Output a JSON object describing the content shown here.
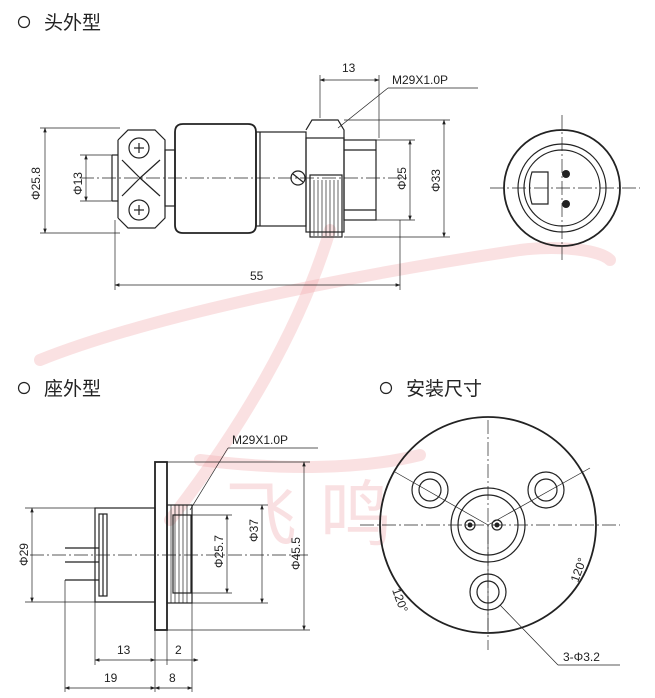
{
  "sections": {
    "plug": {
      "title": "头外型"
    },
    "socket": {
      "title": "座外型"
    },
    "mounting": {
      "title": "安装尺寸"
    }
  },
  "plug_dims": {
    "thread_len": "13",
    "thread": "M29X1.0P",
    "d_flange": "Φ25.8",
    "d_cable": "Φ13",
    "d_face": "Φ25",
    "d_nut": "Φ33",
    "length": "55"
  },
  "socket_dims": {
    "thread": "M29X1.0P",
    "d_body": "Φ29",
    "d_pin": "Φ25.7",
    "d_thread": "Φ37",
    "d_flange": "Φ45.5",
    "len_13": "13",
    "len_2": "2",
    "len_19": "19",
    "len_8": "8"
  },
  "mount_dims": {
    "angle_left": "120°",
    "angle_right": "120°",
    "holes": "3-Φ3.2"
  },
  "watermark": {
    "text": "飞 鸣"
  }
}
